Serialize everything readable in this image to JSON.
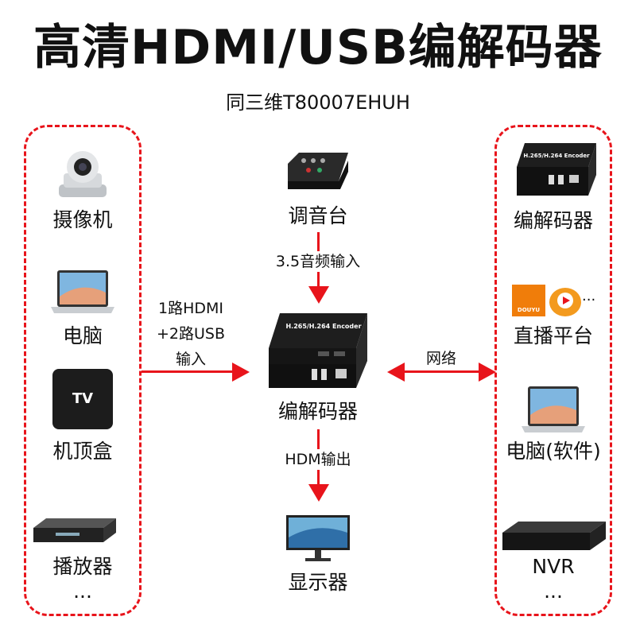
{
  "title": "高清HDMI/USB编解码器",
  "subtitle": "同三维T80007EHUH",
  "left": {
    "items": [
      {
        "label": "摄像机",
        "icon": "camera-icon"
      },
      {
        "label": "电脑",
        "icon": "laptop-icon"
      },
      {
        "label": "机顶盒",
        "icon": "tv-box-icon",
        "badge": "TV"
      },
      {
        "label": "播放器",
        "icon": "dvd-player-icon"
      }
    ],
    "more": "..."
  },
  "center": {
    "mixer": "调音台",
    "audio_input": "3.5音频输入",
    "encoder": "编解码器",
    "encoder_text": "H.265/H.264 Encoder",
    "hdmi_output": "HDM输出",
    "display": "显示器"
  },
  "left_input": [
    "1路HDMI",
    "+2路USB",
    "输入"
  ],
  "network": "网络",
  "right": {
    "items": [
      {
        "label": "编解码器",
        "icon": "encoder-icon"
      },
      {
        "label": "直播平台",
        "icon": "live-platform-icon",
        "logo_text": "DOUYU",
        "more": "..."
      },
      {
        "label": "电脑(软件)",
        "icon": "laptop-icon"
      },
      {
        "label": "NVR",
        "icon": "nvr-icon"
      }
    ],
    "more": "..."
  },
  "colors": {
    "accent": "#e8141b"
  }
}
